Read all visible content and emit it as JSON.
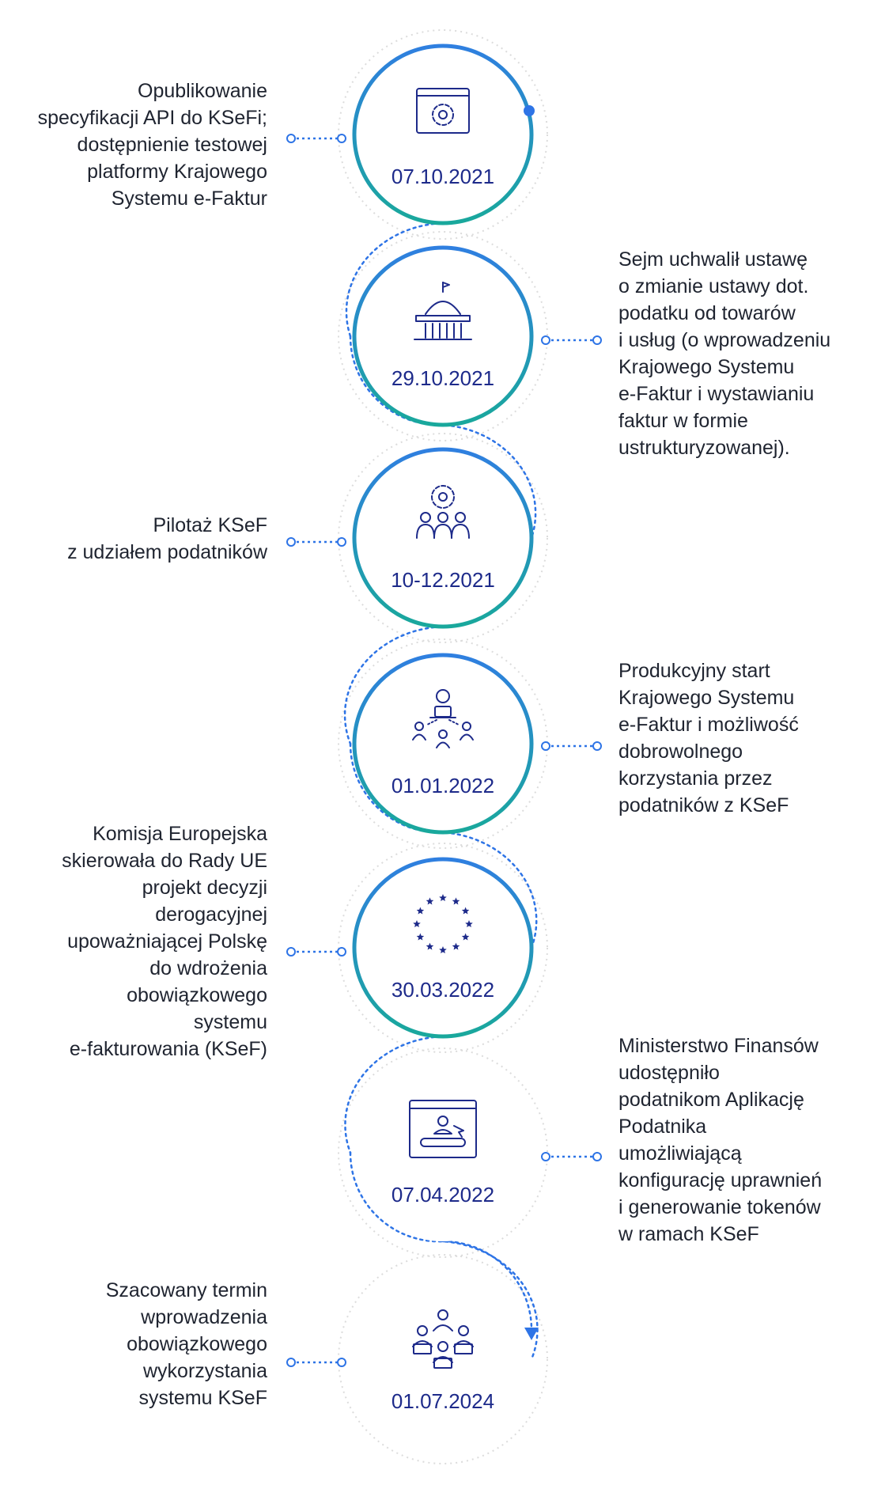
{
  "colors": {
    "accent_blue": "#2e74e6",
    "ring_start": "#2f7fe0",
    "ring_end": "#19a89c",
    "icon_navy": "#1d2a8a",
    "text": "#1f2430",
    "faint_ring": "#dcdcdc"
  },
  "milestones": [
    {
      "date": "07.10.2021",
      "icon": "gear-window-icon",
      "side": "left",
      "lines": [
        "Opublikowanie",
        "specyfikacji API do KSeFi;",
        "dostępnienie testowej",
        "platformy Krajowego",
        "Systemu e-Faktur"
      ]
    },
    {
      "date": "29.10.2021",
      "icon": "parliament-building-icon",
      "side": "right",
      "lines": [
        "Sejm uchwalił ustawę",
        "o zmianie ustawy dot.",
        "podatku od towarów",
        "i usług (o wprowadzeniu",
        "Krajowego Systemu",
        "e-Faktur i wystawianiu",
        "faktur w formie",
        "ustrukturyzowanej)."
      ]
    },
    {
      "date": "10-12.2021",
      "icon": "team-gear-icon",
      "side": "left",
      "lines": [
        "Pilotaż KSeF",
        "z udziałem podatników"
      ]
    },
    {
      "date": "01.01.2022",
      "icon": "user-network-icon",
      "side": "right",
      "lines": [
        "Produkcyjny start",
        "Krajowego Systemu",
        "e-Faktur i możliwość",
        "dobrowolnego",
        "korzystania przez",
        "podatników z KSeF"
      ]
    },
    {
      "date": "30.03.2022",
      "icon": "eu-stars-icon",
      "side": "left",
      "lines": [
        "Komisja Europejska",
        "skierowała do Rady UE",
        "projekt decyzji",
        "derogacyjnej",
        "upoważniającej Polskę",
        "do wdrożenia",
        "obowiązkowego",
        "systemu",
        "e-fakturowania (KSeF)"
      ]
    },
    {
      "date": "07.04.2022",
      "icon": "user-login-screen-icon",
      "side": "right",
      "lines": [
        "Ministerstwo Finansów",
        "udostępniło",
        "podatnikom Aplikację",
        "Podatnika",
        "umożliwiającą",
        "konfigurację uprawnień",
        "i generowanie tokenów",
        "w ramach KSeF"
      ]
    },
    {
      "date": "01.07.2024",
      "icon": "group-computers-icon",
      "side": "left",
      "lines": [
        "Szacowany termin",
        "wprowadzenia",
        "obowiązkowego",
        "wykorzystania",
        "systemu KSeF"
      ]
    }
  ]
}
